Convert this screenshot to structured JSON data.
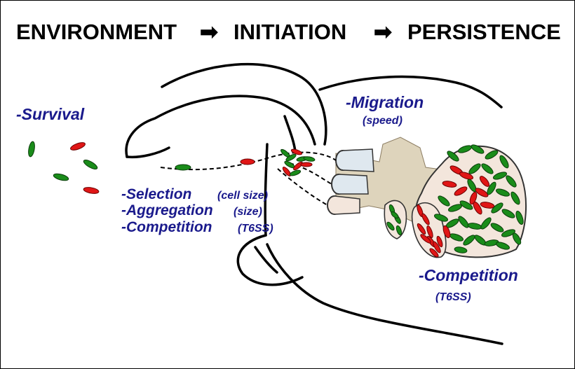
{
  "header": {
    "stage_1": "ENVIRONMENT",
    "stage_2": "INITIATION",
    "stage_3": "PERSISTENCE",
    "arrow_glyph": "➡"
  },
  "labels": {
    "survival": "-Survival",
    "migration": "-Migration",
    "migration_sub": "(speed)",
    "selection": "-Selection",
    "selection_sub": "(cell size)",
    "aggregation": "-Aggregation",
    "aggregation_sub": "(size)",
    "competition_1": "-Competition",
    "competition_1_sub": "(T6SS)",
    "competition_2": "-Competition",
    "competition_2_sub": "(T6SS)"
  },
  "colors": {
    "label_text": "#1a1a8c",
    "cell_green": "#1a8c1a",
    "cell_red": "#e01616",
    "tissue": "#d8ccb0",
    "crypt_fill": "#f3e6dc",
    "duct_fill": "#dfe8ef"
  },
  "cell_types": [
    "green",
    "red"
  ]
}
